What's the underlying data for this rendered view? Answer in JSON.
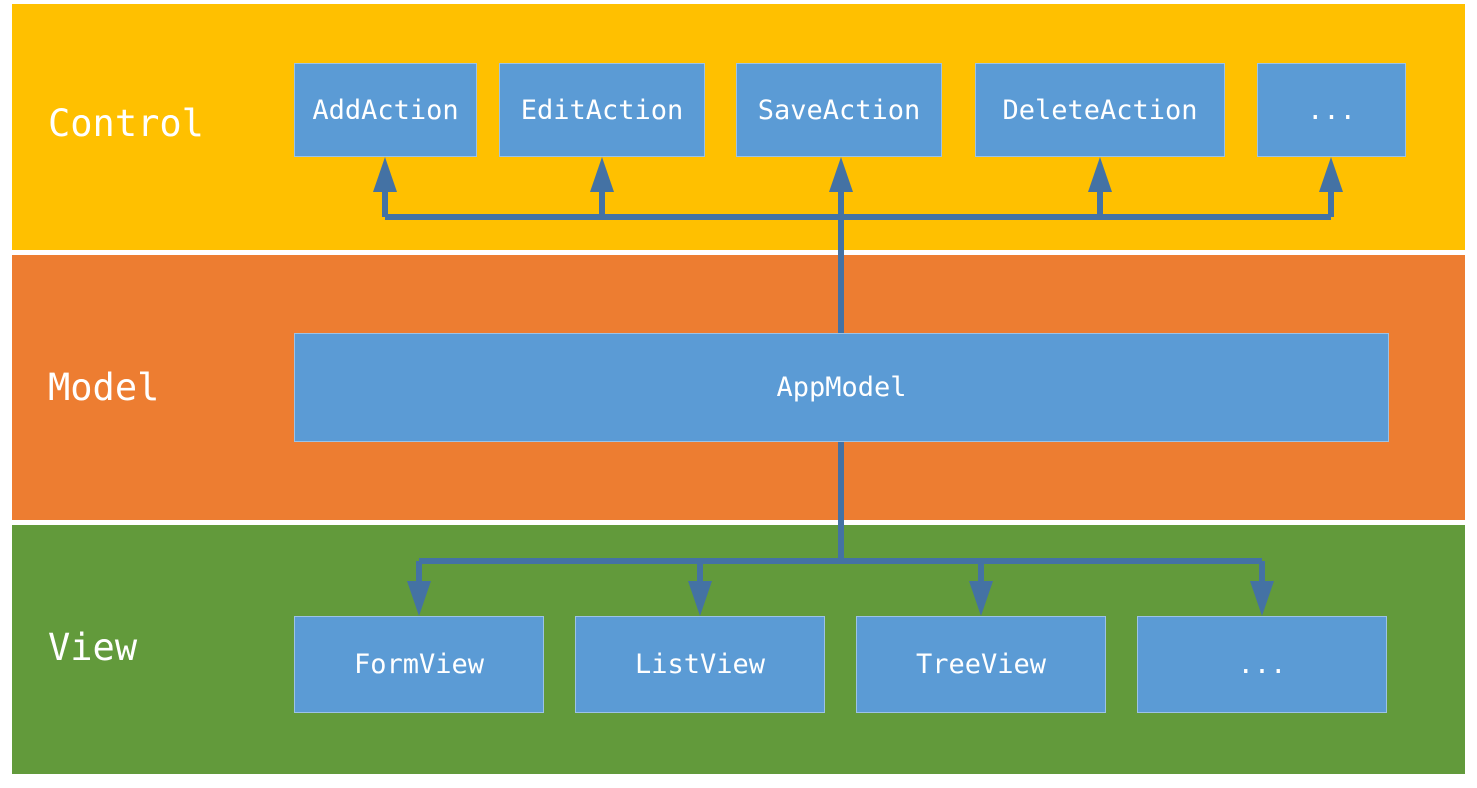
{
  "colors": {
    "control": "#ffc000",
    "model": "#ed7d31",
    "view": "#629a3b",
    "box": "#5b9bd5",
    "connector": "#4472a4"
  },
  "layers": {
    "control": {
      "label": "Control",
      "items": [
        "AddAction",
        "EditAction",
        "SaveAction",
        "DeleteAction",
        "..."
      ]
    },
    "model": {
      "label": "Model",
      "items": [
        "AppModel"
      ]
    },
    "view": {
      "label": "View",
      "items": [
        "FormView",
        "ListView",
        "TreeView",
        "..."
      ]
    }
  }
}
